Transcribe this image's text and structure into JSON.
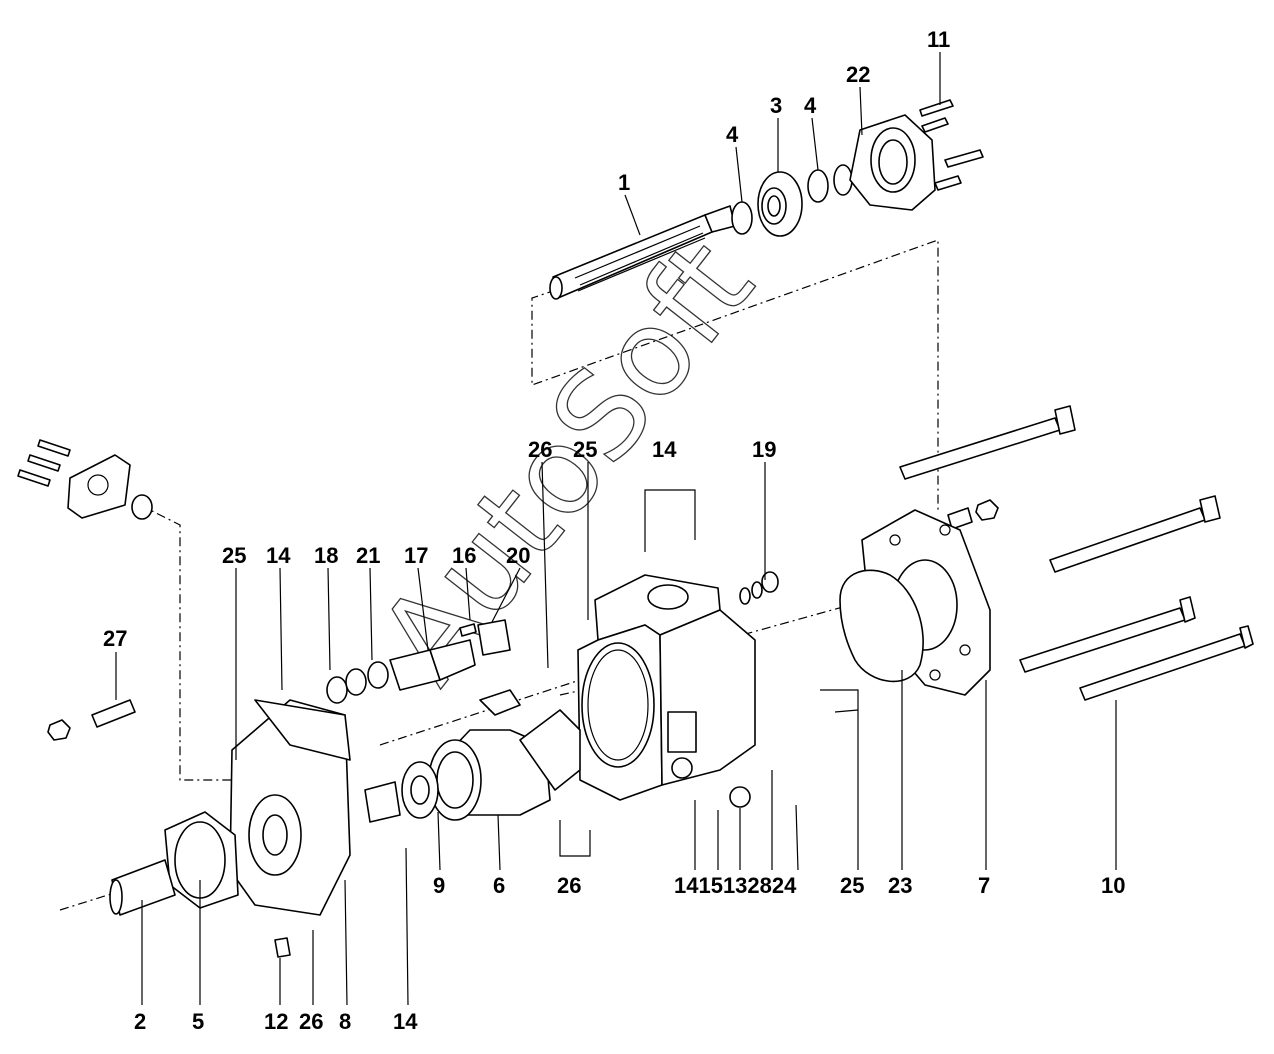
{
  "watermark": "AutoSoft",
  "callouts": {
    "c1": "1",
    "c2": "2",
    "c3": "3",
    "c4a": "4",
    "c4b": "4",
    "c5": "5",
    "c6": "6",
    "c7": "7",
    "c8": "8",
    "c9": "9",
    "c10": "10",
    "c11": "11",
    "c12": "12",
    "c14a": "14",
    "c14b": "14",
    "c14c": "14",
    "c16": "16",
    "c17": "17",
    "c18": "18",
    "c19": "19",
    "c20": "20",
    "c21": "21",
    "c22": "22",
    "c23": "23",
    "c25a": "25",
    "c25b": "25",
    "c25c": "25",
    "c26a": "26",
    "c26b": "26",
    "c26c": "26",
    "c27": "27",
    "c1415132824": "1415132824"
  }
}
